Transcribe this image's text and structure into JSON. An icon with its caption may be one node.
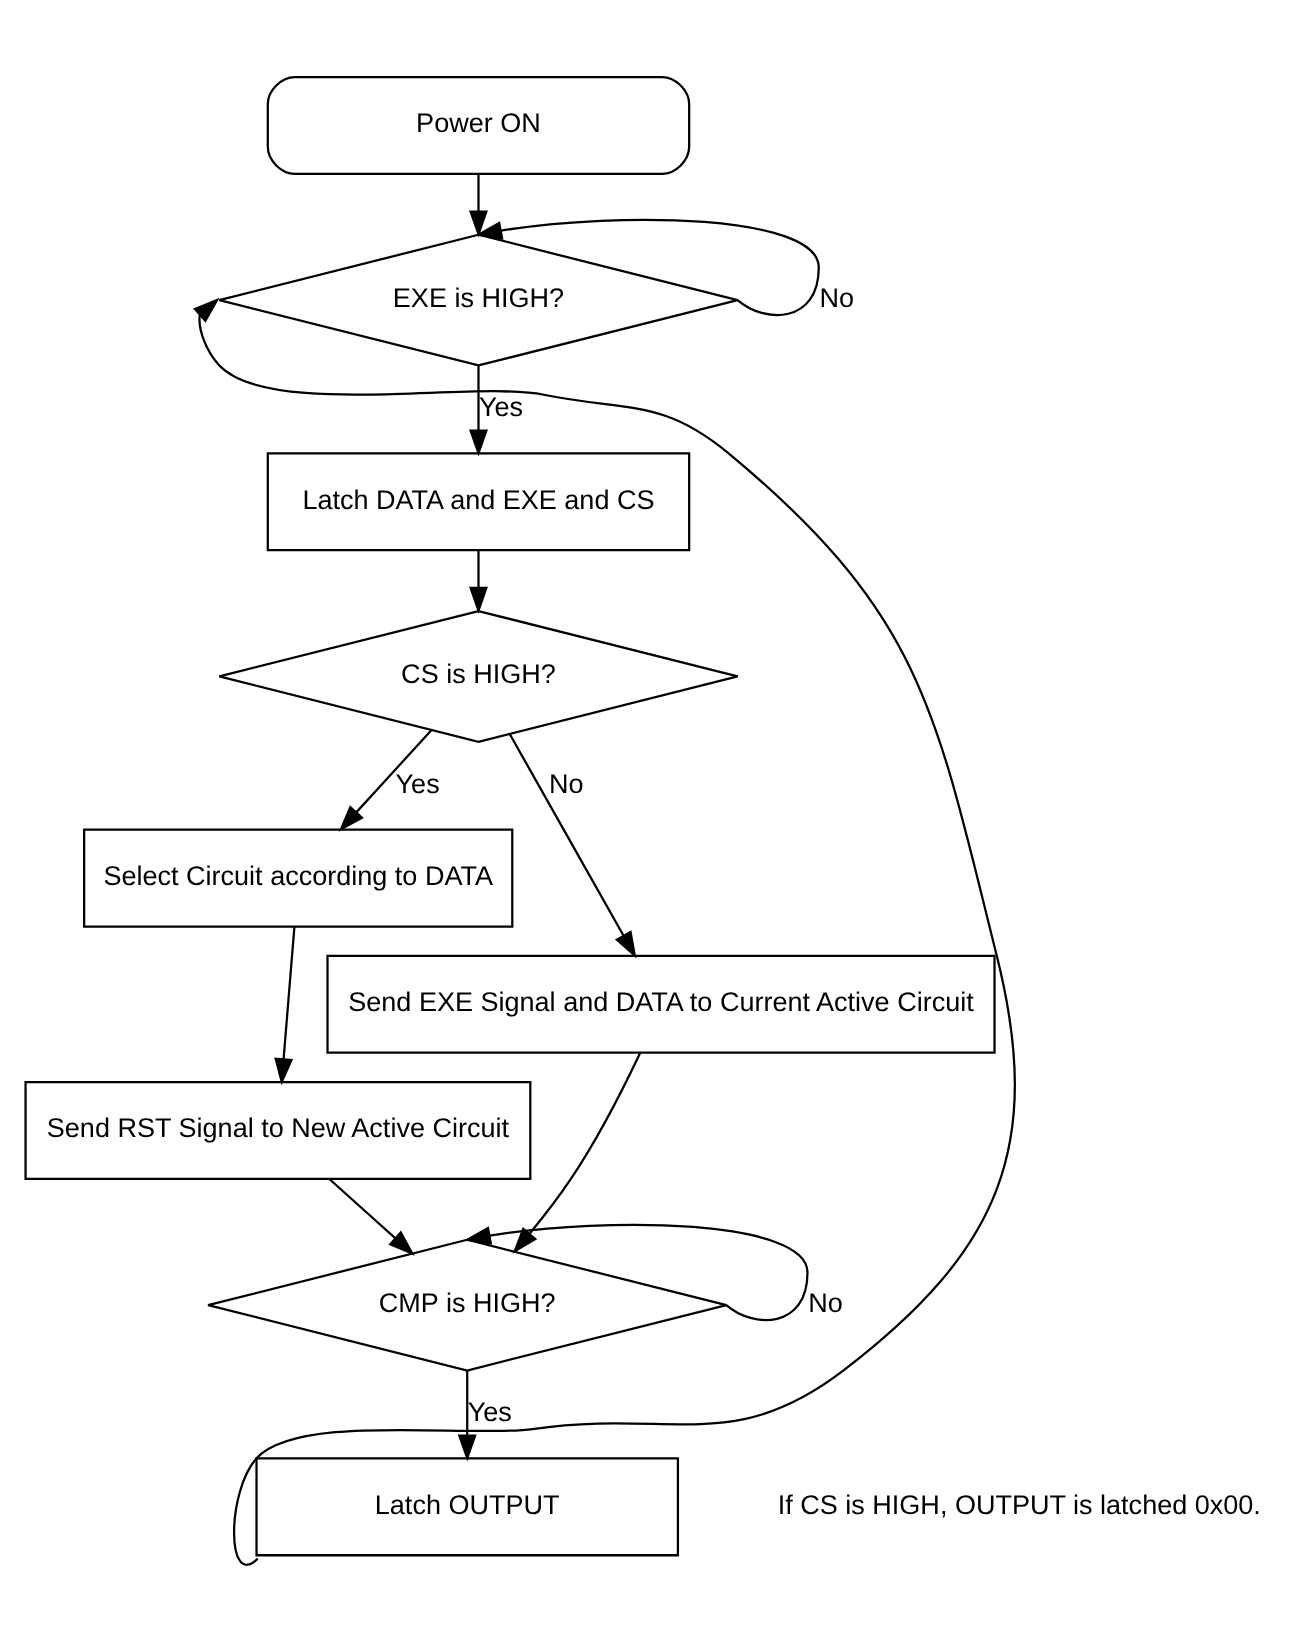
{
  "diagram": {
    "nodes": [
      {
        "text": [
          "Power ON"
        ]
      },
      {
        "text": [
          "EXE is HIGH?"
        ]
      },
      {
        "text": [
          "Latch DATA and EXE and CS"
        ]
      },
      {
        "text": [
          "CS is HIGH?"
        ]
      },
      {
        "text": [
          "Select Circuit according to DATA"
        ]
      },
      {
        "text": [
          "Send RST Signal to New Active Circuit"
        ]
      },
      {
        "text": [
          "Send EXE Signal and DATA to Current Active Circuit"
        ]
      },
      {
        "text": [
          "CMP is HIGH?"
        ]
      },
      {
        "text": [
          "Latch OUTPUT"
        ],
        "beside": [
          "If CS is HIGH, OUTPUT is latched 0x00."
        ]
      }
    ],
    "edges": [
      {
        "from": 0,
        "to": 1,
        "arrow": "to"
      },
      {
        "from": 1,
        "to": 1,
        "arrow": "to",
        "label": "No"
      },
      {
        "from": 1,
        "to": 2,
        "arrow": "to",
        "label": "Yes"
      },
      {
        "from": 2,
        "to": 3,
        "arrow": "to"
      },
      {
        "from": 3,
        "to": 4,
        "arrow": "to",
        "label": "Yes"
      },
      {
        "from": 3,
        "to": 6,
        "arrow": "to",
        "label": "No"
      },
      {
        "from": 4,
        "to": 5,
        "arrow": "to"
      },
      {
        "from": 5,
        "to": 7,
        "arrow": "to"
      },
      {
        "from": 6,
        "to": 7,
        "arrow": "to"
      },
      {
        "from": 7,
        "to": 7,
        "arrow": "to",
        "label": "No"
      },
      {
        "from": 7,
        "to": 8,
        "arrow": "to",
        "label": "Yes"
      },
      {
        "from": 8,
        "to": 1,
        "arrow": "to"
      }
    ]
  }
}
